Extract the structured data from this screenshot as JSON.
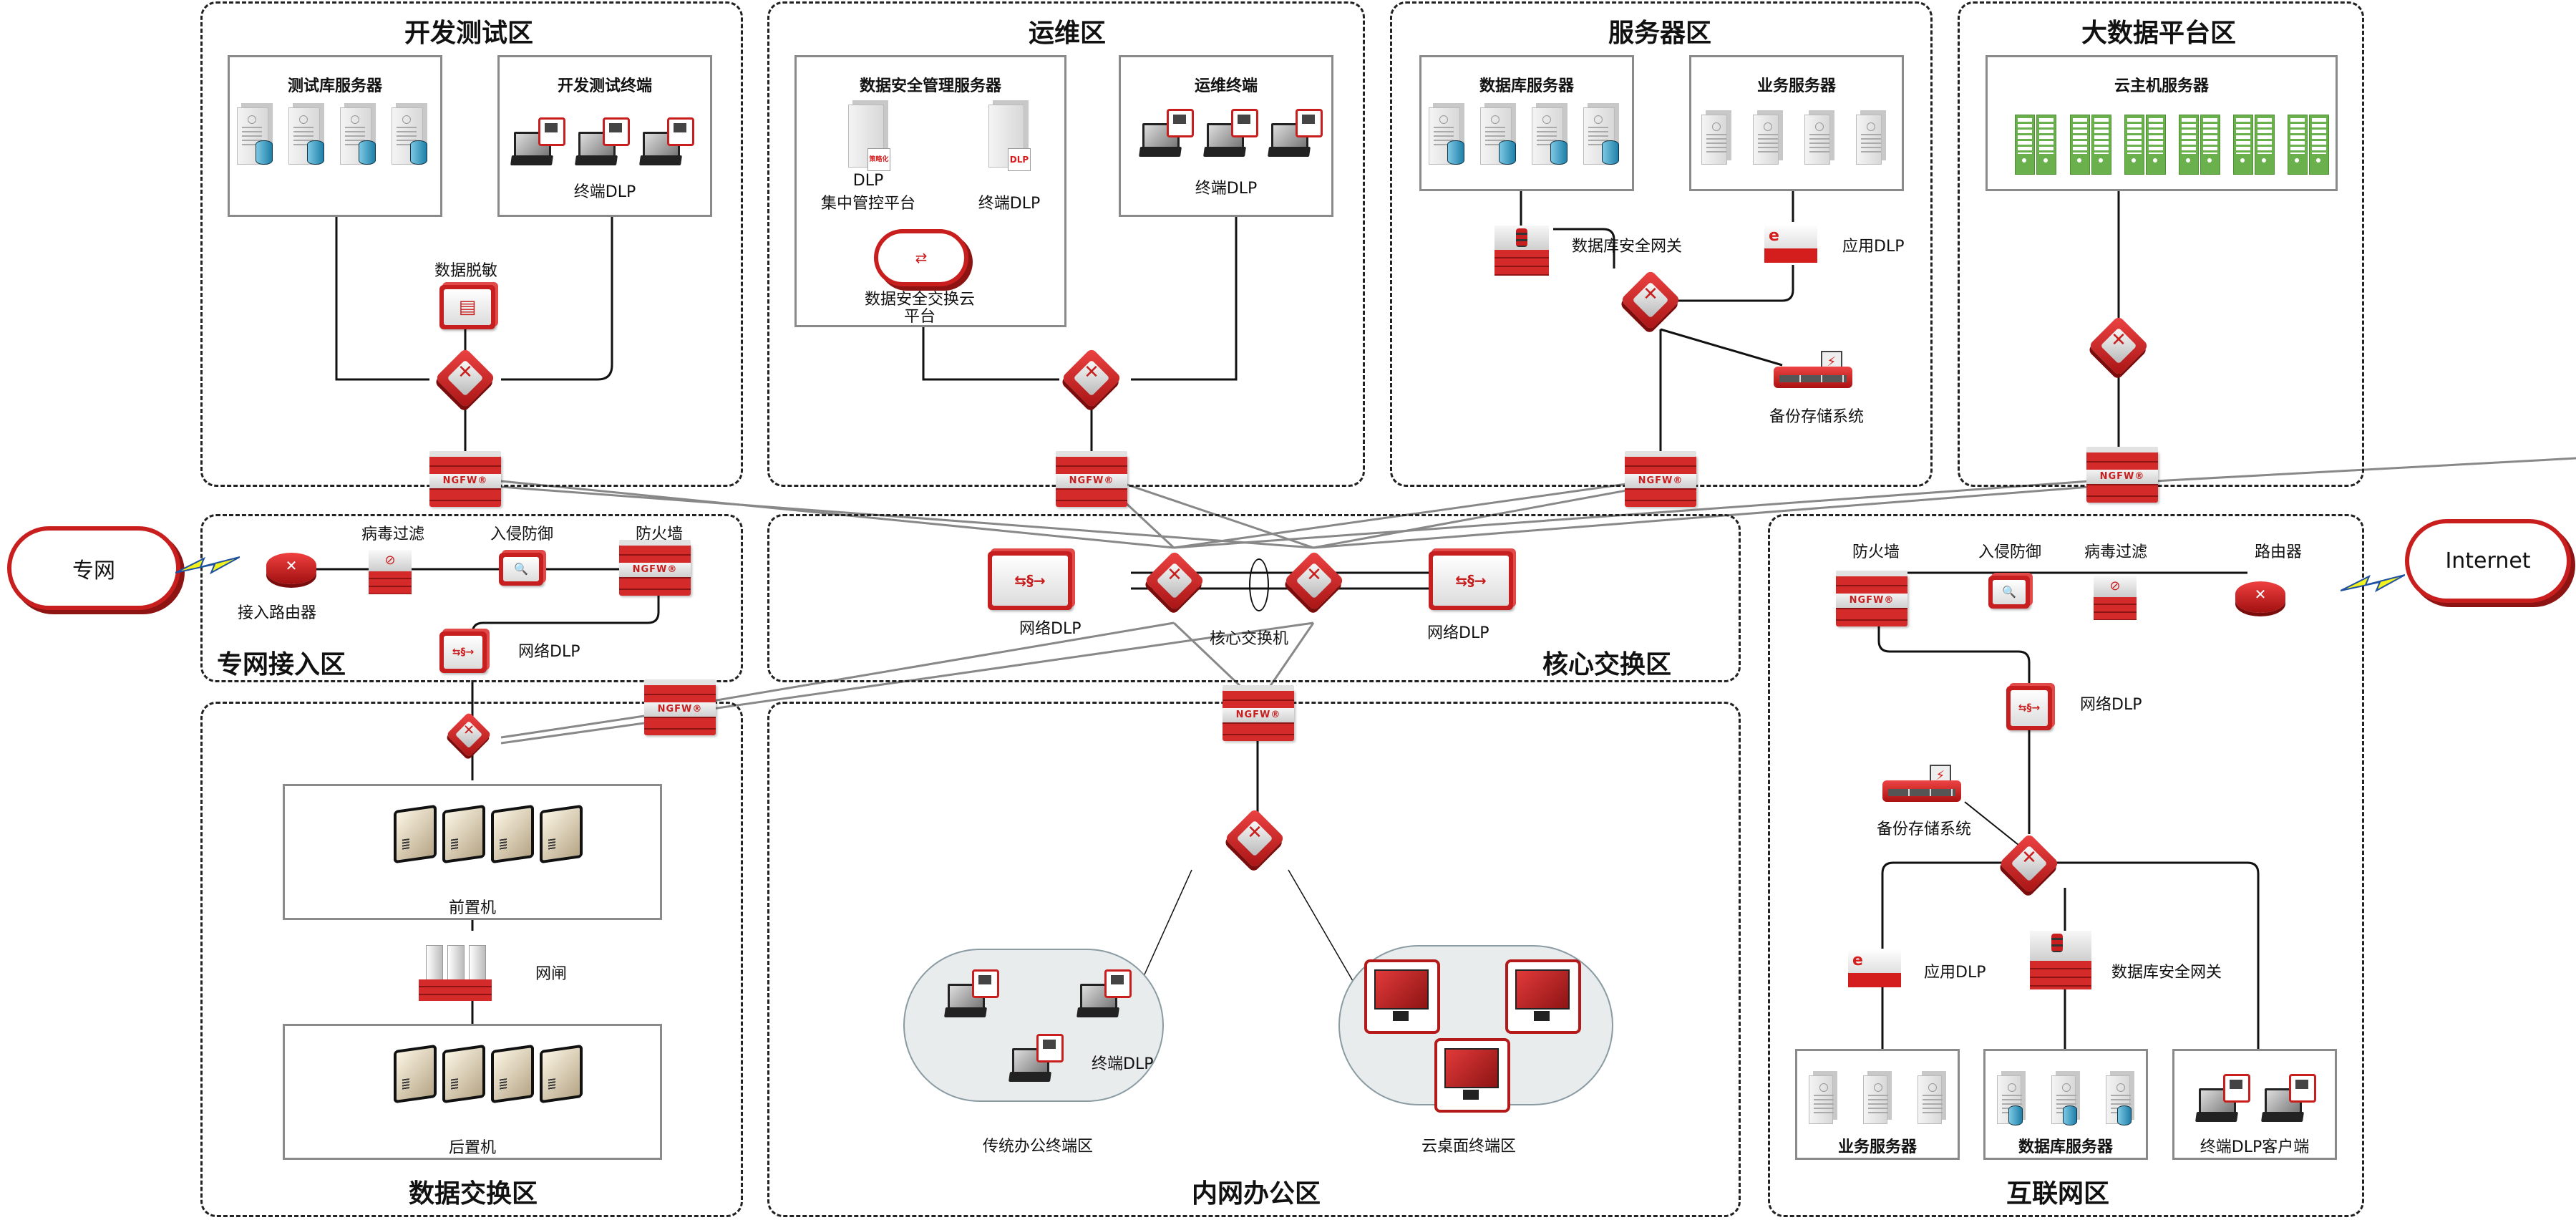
{
  "zones": {
    "dev_test": "开发测试区",
    "ops": "运维区",
    "server": "服务器区",
    "bigdata": "大数据平台区",
    "private_access": "专网接入区",
    "core": "核心交换区",
    "data_exchange": "数据交换区",
    "intranet_office": "内网办公区",
    "internet": "互联网区"
  },
  "dev_test": {
    "test_db_servers": "测试库服务器",
    "dev_terminals": "开发测试终端",
    "terminal_dlp": "终端DLP",
    "data_masking": "数据脱敏",
    "firewall_badge": "NGFW®"
  },
  "ops": {
    "mgmt_servers": "数据安全管理服务器",
    "dlp_platform_line1": "DLP",
    "dlp_platform_line2": "集中管控平台",
    "dlp_platform_badge": "策略化",
    "terminal_dlp": "终端DLP",
    "terminal_dlp_badge": "DLP",
    "exchange_cloud_line1": "数据安全交换云",
    "exchange_cloud_line2": "平台",
    "ops_terminals": "运维终端",
    "ops_terminal_dlp": "终端DLP",
    "firewall_badge": "NGFW®"
  },
  "server_zone": {
    "db_servers": "数据库服务器",
    "biz_servers": "业务服务器",
    "db_gateway": "数据库安全网关",
    "app_dlp": "应用DLP",
    "backup": "备份存储系统",
    "firewall_badge": "NGFW®"
  },
  "bigdata": {
    "cloud_host_servers": "云主机服务器",
    "firewall_badge": "NGFW®"
  },
  "private_access": {
    "cloud": "专网",
    "access_router": "接入路由器",
    "virus_filter": "病毒过滤",
    "ips": "入侵防御",
    "firewall": "防火墙",
    "network_dlp": "网络DLP",
    "firewall_badge": "NGFW®"
  },
  "core": {
    "network_dlp_left": "网络DLP",
    "core_switch": "核心交换机",
    "network_dlp_right": "网络DLP",
    "firewall_badge": "NGFW®"
  },
  "data_exchange": {
    "front_end": "前置机",
    "gatekeeper": "网闸",
    "back_end": "后置机",
    "firewall_badge": "NGFW®"
  },
  "intranet_office": {
    "terminal_dlp": "终端DLP",
    "traditional_area": "传统办公终端区",
    "cloud_desktop_area": "云桌面终端区"
  },
  "internet_zone": {
    "cloud": "Internet",
    "firewall": "防火墙",
    "ips": "入侵防御",
    "virus_filter": "病毒过滤",
    "router": "路由器",
    "network_dlp": "网络DLP",
    "backup": "备份存储系统",
    "app_dlp": "应用DLP",
    "db_gateway": "数据库安全网关",
    "biz_servers": "业务服务器",
    "db_servers": "数据库服务器",
    "dlp_clients": "终端DLP客户端",
    "firewall_badge": "NGFW®"
  },
  "icons": {
    "switch_glyph": "✕",
    "router_glyph": "✕",
    "dlp_glyph": "⇆§→",
    "ips_glyph": "🔍",
    "virus_glyph": "⊘",
    "app_dlp_glyph": "e",
    "backup_glyph": "⚡"
  },
  "colors": {
    "brand_red": "#c81e1e",
    "rack_green": "#6ab04c",
    "cylinder_blue": "#1f7fa8",
    "wire_gray": "#888888",
    "bolt_yellow": "#f2f21e"
  }
}
